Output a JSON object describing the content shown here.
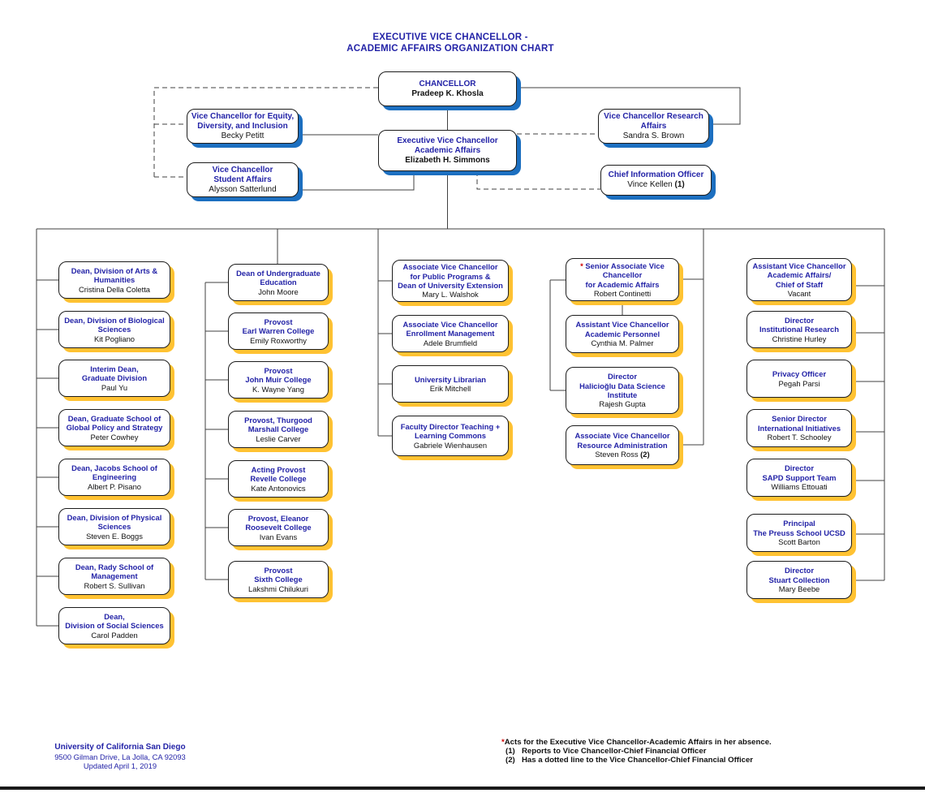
{
  "page_title": {
    "line1": "EXECUTIVE VICE CHANCELLOR -",
    "line2": "ACADEMIC AFFAIRS ORGANIZATION CHART"
  },
  "colors": {
    "box_title_blue": "#2323A7",
    "shadow_blue": "#1C6FC0",
    "shadow_yellow": "#FFC232",
    "asterisk_red": "#D00000",
    "line_color": "#404040"
  },
  "top_boxes": {
    "chancellor": {
      "title": [
        "CHANCELLOR"
      ],
      "name": "Pradeep K. Khosla"
    },
    "equity": {
      "title": [
        "Vice Chancellor for Equity,",
        "Diversity, and Inclusion"
      ],
      "name": "Becky Petitt"
    },
    "student_affairs": {
      "title": [
        "Vice Chancellor",
        "Student Affairs"
      ],
      "name": "Alysson Satterlund"
    },
    "evc": {
      "title": [
        "Executive Vice Chancellor",
        "Academic Affairs"
      ],
      "name": "Elizabeth H. Simmons"
    },
    "research": {
      "title": [
        "Vice Chancellor Research",
        "Affairs"
      ],
      "name": "Sandra S. Brown"
    },
    "cio": {
      "title": [
        "Chief Information Officer"
      ],
      "name": "Vince Kellen",
      "suffix": "(1)"
    }
  },
  "columns": [
    {
      "id": "deans",
      "boxes": [
        {
          "title": [
            "Dean, Division of Arts &",
            "Humanities"
          ],
          "name": "Cristina Della Coletta"
        },
        {
          "title": [
            "Dean, Division of Biological",
            "Sciences"
          ],
          "name": "Kit Pogliano"
        },
        {
          "title": [
            "Interim Dean,",
            "Graduate Division"
          ],
          "name": "Paul Yu"
        },
        {
          "title": [
            "Dean, Graduate School of",
            "Global Policy and Strategy"
          ],
          "name": "Peter Cowhey"
        },
        {
          "title": [
            "Dean, Jacobs School of",
            "Engineering"
          ],
          "name": "Albert P. Pisano"
        },
        {
          "title": [
            "Dean, Division of Physical",
            "Sciences"
          ],
          "name": "Steven E. Boggs"
        },
        {
          "title": [
            "Dean, Rady School of",
            "Management"
          ],
          "name": "Robert S. Sullivan"
        },
        {
          "title": [
            "Dean,",
            "Division of Social Sciences"
          ],
          "name": "Carol Padden"
        }
      ]
    },
    {
      "id": "colleges",
      "boxes": [
        {
          "title": [
            "Dean of Undergraduate",
            "Education"
          ],
          "name": "John Moore"
        },
        {
          "title": [
            "Provost",
            "Earl Warren College"
          ],
          "name": "Emily Roxworthy"
        },
        {
          "title": [
            "Provost",
            "John Muir College"
          ],
          "name": "K. Wayne Yang"
        },
        {
          "title": [
            "Provost, Thurgood",
            "Marshall College"
          ],
          "name": "Leslie Carver"
        },
        {
          "title": [
            "Acting Provost",
            "Revelle College"
          ],
          "name": "Kate Antonovics"
        },
        {
          "title": [
            "Provost, Eleanor",
            "Roosevelt College"
          ],
          "name": "Ivan Evans"
        },
        {
          "title": [
            "Provost",
            "Sixth College"
          ],
          "name": "Lakshmi Chilukuri"
        }
      ]
    },
    {
      "id": "programs",
      "boxes": [
        {
          "title": [
            "Associate Vice Chancellor",
            "for Public Programs &",
            "Dean of University Extension"
          ],
          "name": "Mary L. Walshok"
        },
        {
          "title": [
            "Associate Vice Chancellor",
            "Enrollment Management"
          ],
          "name": "Adele Brumfield"
        },
        {
          "title": [
            "University Librarian"
          ],
          "name": "Erik Mitchell"
        },
        {
          "title": [
            "Faculty Director Teaching +",
            "Learning Commons"
          ],
          "name": "Gabriele Wienhausen"
        }
      ]
    },
    {
      "id": "academic-affairs",
      "boxes": [
        {
          "star": true,
          "title": [
            "Senior Associate Vice",
            "Chancellor",
            "for Academic Affairs"
          ],
          "name": "Robert Continetti"
        },
        {
          "title": [
            "Assistant Vice Chancellor",
            "Academic Personnel"
          ],
          "name": "Cynthia M. Palmer"
        },
        {
          "title": [
            "Director",
            "Halicioğlu Data Science",
            "Institute"
          ],
          "name": "Rajesh Gupta"
        },
        {
          "title": [
            "Associate Vice Chancellor",
            "Resource Administration"
          ],
          "name": "Steven Ross",
          "suffix": "(2)"
        }
      ]
    },
    {
      "id": "staff",
      "boxes": [
        {
          "title": [
            "Assistant Vice Chancellor",
            "Academic Affairs/",
            "Chief of Staff"
          ],
          "name": "Vacant"
        },
        {
          "title": [
            "Director",
            "Institutional Research"
          ],
          "name": "Christine Hurley"
        },
        {
          "title": [
            "Privacy Officer"
          ],
          "name": "Pegah Parsi"
        },
        {
          "title": [
            "Senior Director",
            "International Initiatives"
          ],
          "name": "Robert T. Schooley"
        },
        {
          "title": [
            "Director",
            "SAPD Support Team"
          ],
          "name": "Williams Ettouati"
        },
        {
          "title": [
            "Principal",
            "The Preuss School UCSD"
          ],
          "name": "Scott Barton"
        },
        {
          "title": [
            "Director",
            "Stuart Collection"
          ],
          "name": "Mary Beebe"
        }
      ]
    }
  ],
  "footer": {
    "org": "University of California San Diego",
    "address": "9500 Gilman Drive, La Jolla, CA 92093",
    "updated": "Updated April 1, 2019"
  },
  "footnotes": {
    "star_mark": "*",
    "star_text": "Acts for the Executive Vice Chancellor-Academic Affairs in her absence.",
    "note1_label": "(1)",
    "note1_text": "Reports to Vice Chancellor-Chief Financial Officer",
    "note2_label": "(2)",
    "note2_text": "Has a dotted line to the Vice Chancellor-Chief Financial Officer"
  }
}
